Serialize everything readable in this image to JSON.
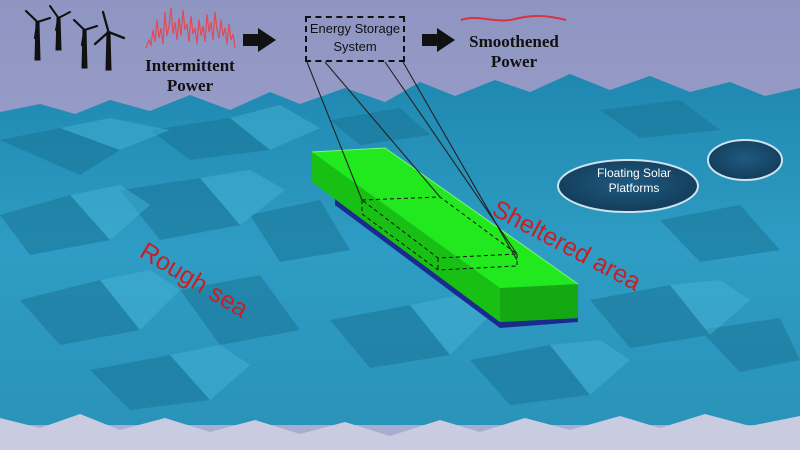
{
  "labels": {
    "intermittent_line1": "Intermittent",
    "intermittent_line2": "Power",
    "ess_line1": "Energy Storage",
    "ess_line2": "System",
    "smooth_line1": "Smoothened",
    "smooth_line2": "Power",
    "rough_sea": "Rough sea",
    "sheltered_area": "Sheltered area",
    "solar_line1": "Floating Solar",
    "solar_line2": "Platforms"
  },
  "colors": {
    "sky": "#9aa0c8",
    "sea": "#2a95bd",
    "sea_dark": "#1c7394",
    "barge_top": "#22e81e",
    "barge_side": "#19c014",
    "barge_bottom": "#1a2a8e",
    "red_text": "#c81f24",
    "signal_red": "#e24a55",
    "platform": "#1a4868"
  }
}
